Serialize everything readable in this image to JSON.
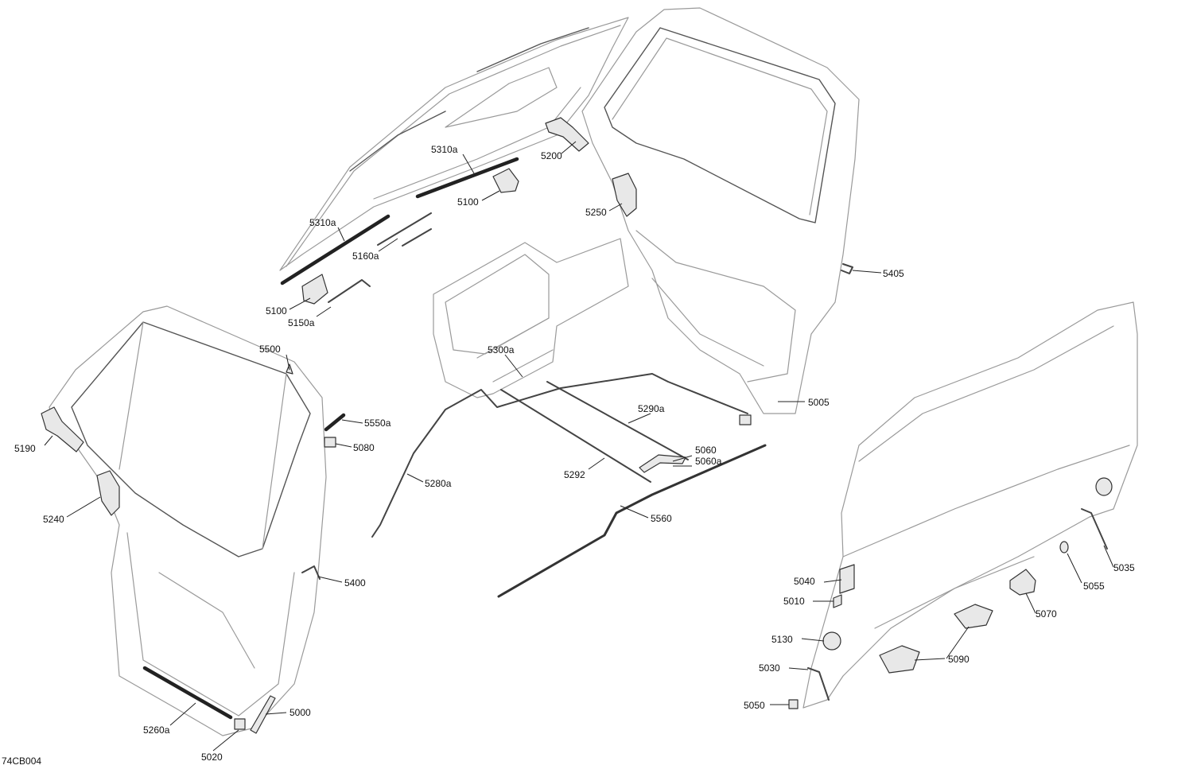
{
  "reference_code": "74CB004",
  "callouts": [
    {
      "id": "5310a-upper",
      "label": "5310a"
    },
    {
      "id": "5310a-lower",
      "label": "5310a"
    },
    {
      "id": "5200",
      "label": "5200"
    },
    {
      "id": "5100-upper",
      "label": "5100"
    },
    {
      "id": "5250",
      "label": "5250"
    },
    {
      "id": "5160a",
      "label": "5160a"
    },
    {
      "id": "5100-lower",
      "label": "5100"
    },
    {
      "id": "5150a",
      "label": "5150a"
    },
    {
      "id": "5405",
      "label": "5405"
    },
    {
      "id": "5300a",
      "label": "5300a"
    },
    {
      "id": "5500",
      "label": "5500"
    },
    {
      "id": "5005",
      "label": "5005"
    },
    {
      "id": "5550a",
      "label": "5550a"
    },
    {
      "id": "5290a",
      "label": "5290a"
    },
    {
      "id": "5190",
      "label": "5190"
    },
    {
      "id": "5080",
      "label": "5080"
    },
    {
      "id": "5060",
      "label": "5060"
    },
    {
      "id": "5060a",
      "label": "5060a"
    },
    {
      "id": "5292",
      "label": "5292"
    },
    {
      "id": "5280a",
      "label": "5280a"
    },
    {
      "id": "5240",
      "label": "5240"
    },
    {
      "id": "5560",
      "label": "5560"
    },
    {
      "id": "5035",
      "label": "5035"
    },
    {
      "id": "5040",
      "label": "5040"
    },
    {
      "id": "5055",
      "label": "5055"
    },
    {
      "id": "5400",
      "label": "5400"
    },
    {
      "id": "5010",
      "label": "5010"
    },
    {
      "id": "5070",
      "label": "5070"
    },
    {
      "id": "5130",
      "label": "5130"
    },
    {
      "id": "5090",
      "label": "5090"
    },
    {
      "id": "5030",
      "label": "5030"
    },
    {
      "id": "5000",
      "label": "5000"
    },
    {
      "id": "5050",
      "label": "5050"
    },
    {
      "id": "5260a",
      "label": "5260a"
    },
    {
      "id": "5020",
      "label": "5020"
    }
  ]
}
